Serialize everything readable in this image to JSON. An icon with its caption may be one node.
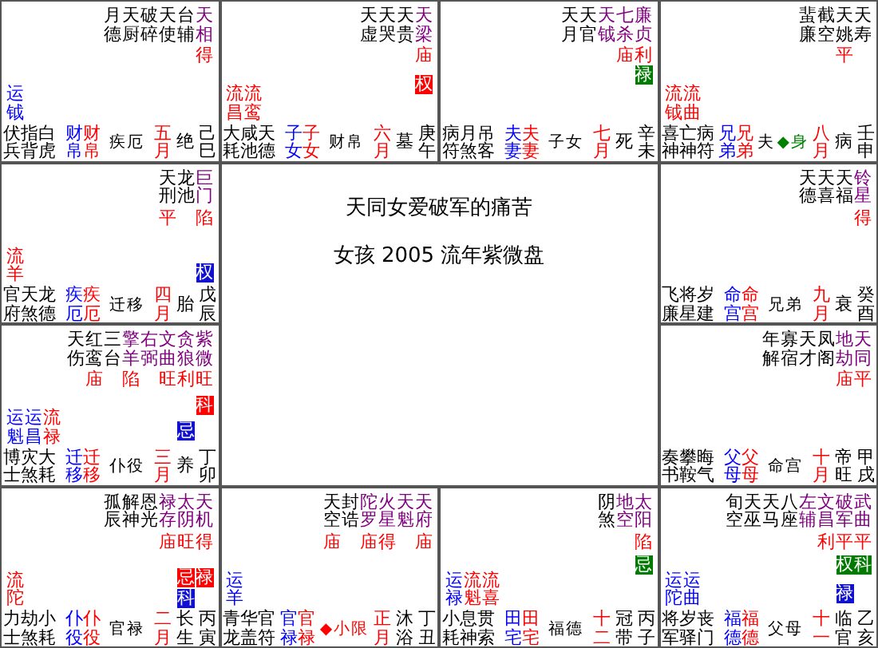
{
  "diagram": {
    "nodes": [
      {
        "text": [
          "月德",
          "天厨",
          "破碎",
          "天使",
          "台辅",
          "天相",
          "得",
          "运钺",
          "伏兵",
          "指背",
          "白虎",
          "财帛",
          "财帛",
          "疾厄",
          "五月",
          "绝",
          "己巳"
        ]
      },
      {
        "text": [
          "天虚",
          "天哭",
          "天贵",
          "天梁",
          "庙",
          "流昌",
          "流鸾",
          "权",
          "大耗",
          "咸池",
          "天德",
          "子女",
          "子女",
          "财帛",
          "六月",
          "墓",
          "庚午"
        ]
      },
      {
        "text": [
          "天月",
          "天官",
          "天钺",
          "七杀",
          "廉贞",
          "庙",
          "利",
          "禄",
          "病符",
          "月煞",
          "吊客",
          "夫妻",
          "夫妻",
          "子女",
          "七月",
          "死",
          "辛未"
        ]
      },
      {
        "text": [
          "蜚廉",
          "截空",
          "天姚",
          "天寿",
          "平",
          "流钺",
          "流曲",
          "喜神",
          "亡神",
          "病符",
          "兄弟",
          "兄弟",
          "夫",
          "◆身",
          "八月",
          "病",
          "壬申"
        ]
      },
      {
        "text": [
          "天刑",
          "龙池",
          "巨门",
          "平",
          "陷",
          "流羊",
          "权",
          "官府",
          "天煞",
          "龙德",
          "疾厄",
          "疾厄",
          "迁移",
          "四月",
          "胎",
          "戊辰"
        ]
      },
      {
        "text": [
          "天同女爱破军的痛苦",
          "女孩 2005 流年紫微盘"
        ]
      },
      {
        "text": [
          "天德",
          "天喜",
          "天福",
          "铃星",
          "得",
          "飞廉",
          "将星",
          "岁建",
          "命宫",
          "命宫",
          "兄弟",
          "九月",
          "衰",
          "癸酉"
        ]
      },
      {
        "text": [
          "天伤",
          "红鸾",
          "三台",
          "擎羊",
          "右弼",
          "文曲",
          "贪狼",
          "紫微",
          "庙",
          "陷",
          "旺",
          "利",
          "旺",
          "运魁",
          "运昌",
          "流禄",
          "科",
          "忌",
          "博士",
          "灾煞",
          "大耗",
          "迁移",
          "迁移",
          "仆役",
          "三月",
          "养",
          "丁卯"
        ]
      },
      {
        "text": [
          "年解",
          "寡宿",
          "天才",
          "凤阁",
          "地劫",
          "天同",
          "庙",
          "平",
          "奏书",
          "攀鞍",
          "晦气",
          "父母",
          "父母",
          "命宫",
          "十月",
          "帝旺",
          "甲戌"
        ]
      },
      {
        "text": [
          "孤辰",
          "解神",
          "恩光",
          "禄存",
          "太阴",
          "天机",
          "庙",
          "旺",
          "得",
          "流陀",
          "忌",
          "禄",
          "科",
          "力士",
          "劫煞",
          "小耗",
          "仆役",
          "仆役",
          "官禄",
          "二月",
          "长生",
          "丙寅"
        ]
      },
      {
        "text": [
          "天空",
          "封诰",
          "陀罗",
          "火星",
          "天魁",
          "天府",
          "庙",
          "庙",
          "得",
          "庙",
          "运羊",
          "青龙",
          "华盖",
          "官符",
          "官禄",
          "官禄",
          "◆小限",
          "正月",
          "沐浴",
          "丁丑"
        ]
      },
      {
        "text": [
          "阴煞",
          "地空",
          "太阳",
          "陷",
          "运禄",
          "流魁",
          "流喜",
          "忌",
          "小耗",
          "息神",
          "贯索",
          "田宅",
          "田宅",
          "福德",
          "十二",
          "冠带",
          "丙子"
        ]
      },
      {
        "text": [
          "旬空",
          "天巫",
          "天马",
          "八座",
          "左辅",
          "文昌",
          "破军",
          "武曲",
          "利",
          "平",
          "平",
          "运陀",
          "运曲",
          "权",
          "科",
          "禄",
          "将军",
          "岁驿",
          "丧门",
          "福德",
          "福德",
          "父母",
          "十一",
          "临官",
          "乙亥"
        ]
      }
    ]
  }
}
